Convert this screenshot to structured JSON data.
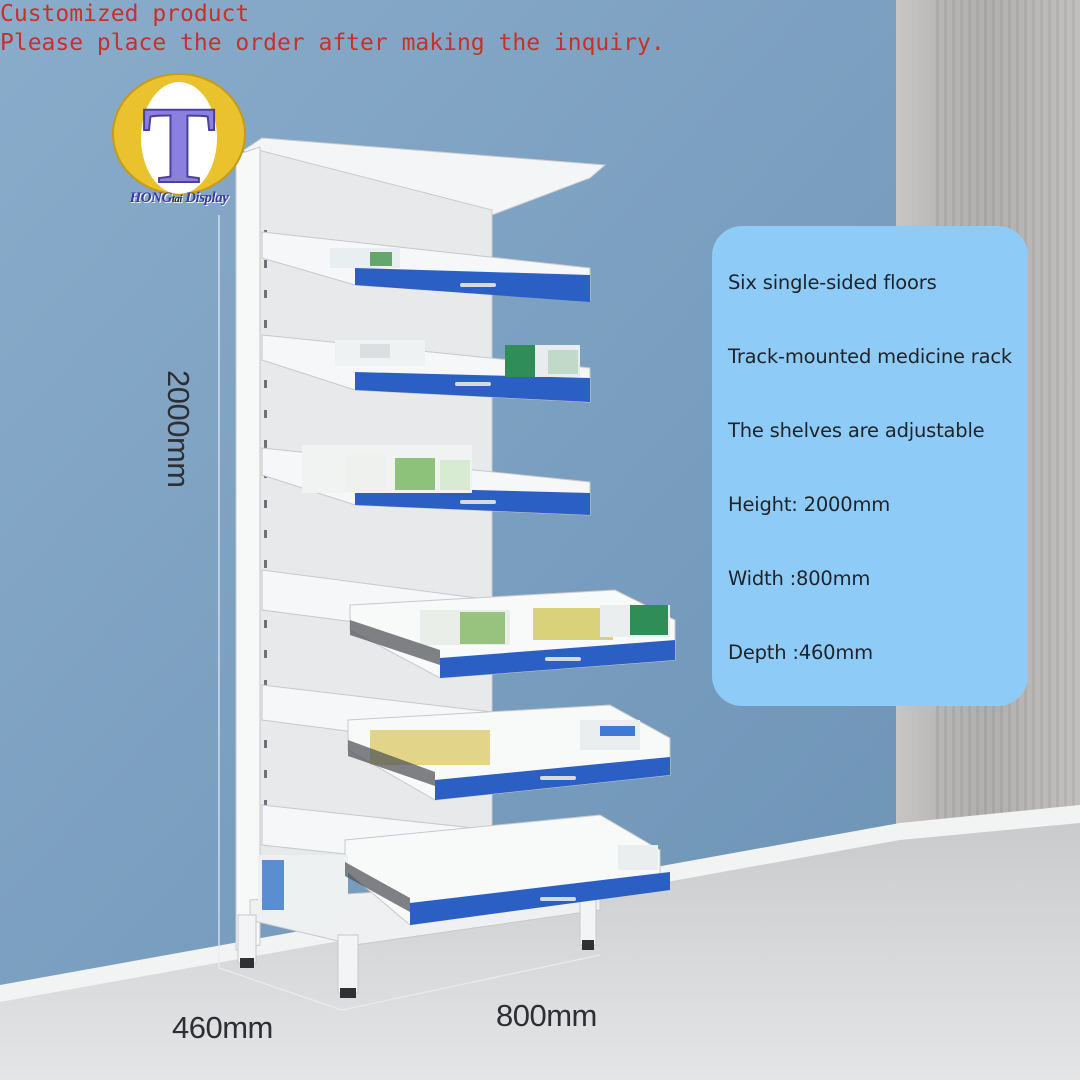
{
  "notice": {
    "line1": "Customized product",
    "line2": "Please place the order after making the inquiry."
  },
  "logo": {
    "letter": "T",
    "brand_main": "HONG",
    "brand_sub": "tai",
    "brand_tail": " Display"
  },
  "specs": [
    "Six single-sided floors",
    "Track-mounted medicine rack",
    "The shelves are adjustable",
    "Height: 2000mm",
    "Width :800mm",
    "Depth :460mm"
  ],
  "dimensions": {
    "height": "2000mm",
    "width": "800mm",
    "depth": "460mm"
  },
  "colors": {
    "wall": "#7b9fbe",
    "floor": "#d9dadb",
    "rack": "#eef0f1",
    "drawer_front": "#2c5fc4",
    "panel": "#8ecbf7",
    "notice_text": "#c8302a",
    "logo_ring": "#e9c22d",
    "logo_letter": "#8b7fe0"
  }
}
